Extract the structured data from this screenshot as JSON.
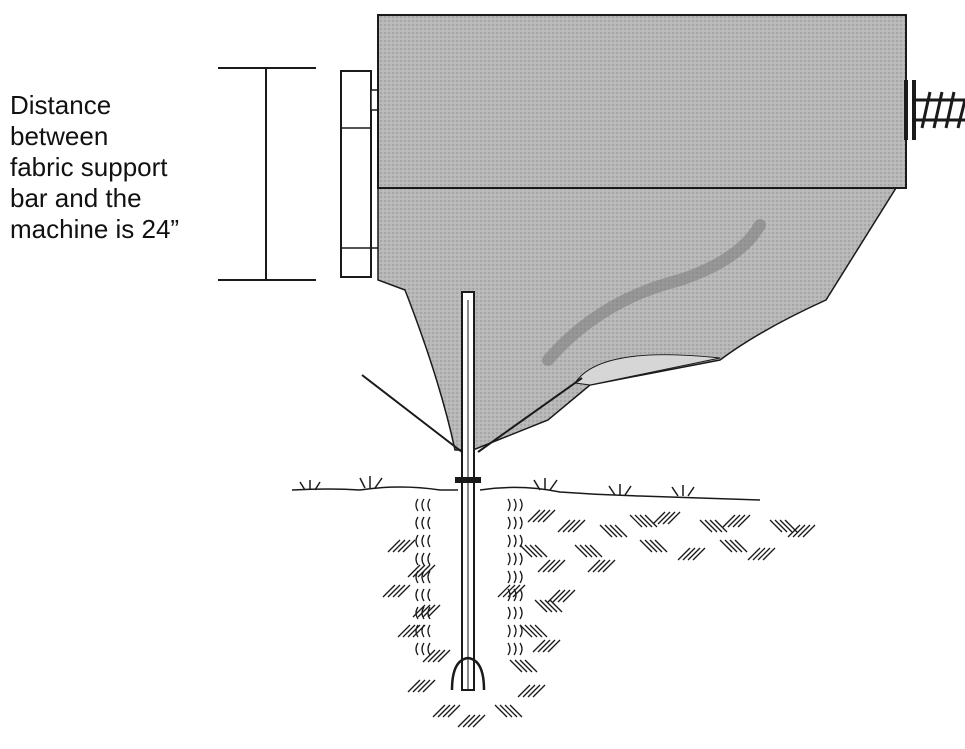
{
  "annotation": {
    "lines": [
      "Distance",
      "between",
      "fabric support",
      "bar and the",
      "machine is 24”"
    ]
  },
  "colors": {
    "machine_fill": "#b5b5b5",
    "fabric_fill": "#bdbdbd",
    "line": "#1a1a1a",
    "smudge": "#7a7a7a"
  },
  "icons": {
    "spring": "coil-spring-icon",
    "grass": "grass-tuft-icon"
  }
}
